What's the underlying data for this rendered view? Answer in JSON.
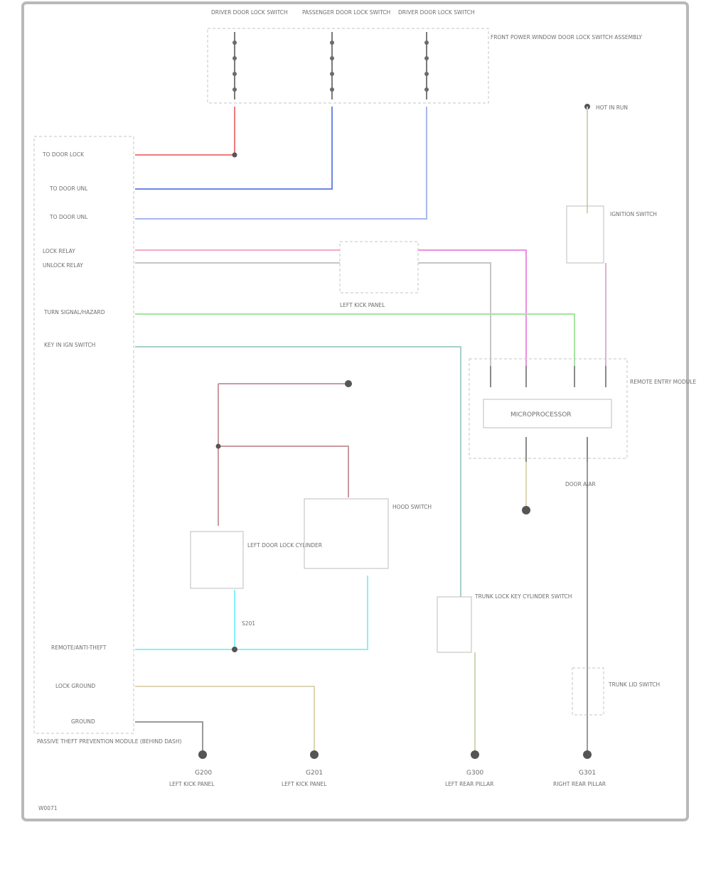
{
  "top_switch_labels": [
    "DRIVER DOOR LOCK SWITCH",
    "PASSENGER DOOR LOCK SWITCH",
    "DRIVER DOOR LOCK SWITCH"
  ],
  "top_switch_group_label": "FRONT POWER WINDOW DOOR LOCK SWITCH ASSEMBLY",
  "left_module_label": "PASSIVE THEFT PREVENTION MODULE (BEHIND DASH)",
  "left_pins": [
    "TO DOOR LOCK",
    "TO DOOR UNL",
    "TO DOOR UNL",
    "LOCK RELAY",
    "UNLOCK RELAY",
    "TURN SIGNAL/HAZARD",
    "KEY IN IGN SWITCH",
    "REMOTE/ANTI-THEFT",
    "LOCK GROUND",
    "GROUND"
  ],
  "right_module_label": "REMOTE ENTRY MODULE",
  "micro_label": "MICROPROCESSOR",
  "relay_block_label": "LEFT KICK PANEL",
  "right_switch_label": "TRUNK LID SWITCH",
  "bottom_grounds": [
    "G200",
    "G201",
    "G300",
    "G301"
  ],
  "ground_labels": [
    "LEFT KICK PANEL",
    "LEFT KICK PANEL",
    "LEFT REAR PILLAR",
    "RIGHT REAR PILLAR"
  ],
  "lower_labels": {
    "hot_in_run": "HOT IN RUN",
    "door_ajar": "DOOR AJAR",
    "hood_switch": "HOOD SWITCH",
    "trunk_key": "TRUNK LOCK KEY CYLINDER SWITCH",
    "left_door": "LEFT DOOR LOCK CYLINDER",
    "ignition": "IGNITION SWITCH",
    "splice": "S201",
    "drawing_code": "W0071"
  },
  "colors": {
    "red": "#ee7b7b",
    "blue": "#6d86e6",
    "light_blue": "#a9b6ef",
    "pink": "#f3a9c8",
    "magenta": "#ec8fe0",
    "green": "#a6e3a1",
    "teal": "#a7cfc9",
    "cyan": "#8af1f5",
    "maroon": "#c99a9f",
    "tan": "#ddd6b3",
    "olive": "#c9d8b0",
    "gray": "#c6c6c6"
  }
}
